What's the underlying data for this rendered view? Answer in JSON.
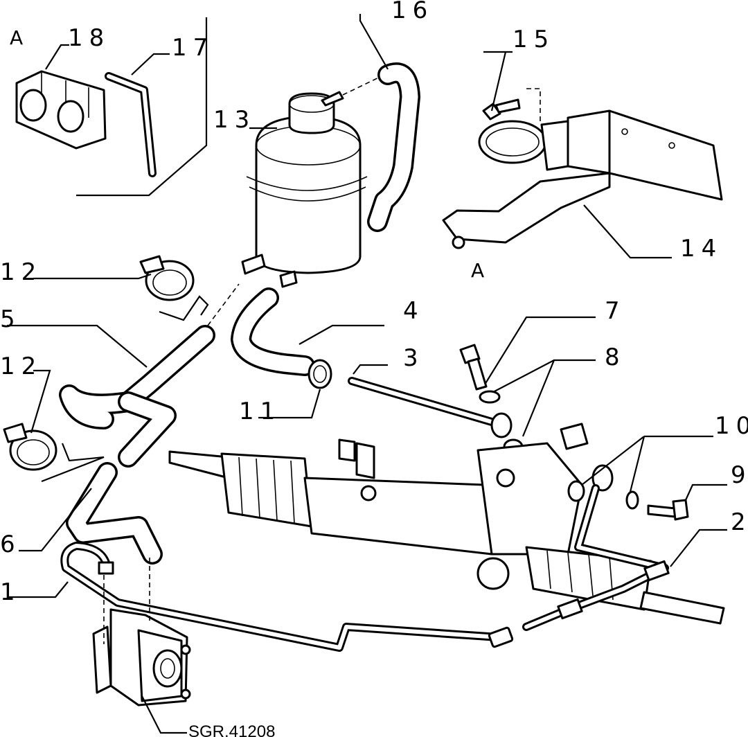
{
  "callouts": {
    "c1": "1",
    "c2": "2",
    "c3": "3",
    "c4": "4",
    "c5": "5",
    "c6": "6",
    "c7": "7",
    "c8": "8",
    "c9": "9",
    "c10": "10",
    "c11": "11",
    "c12a": "12",
    "c12b": "12",
    "c13": "13",
    "c14": "14",
    "c15": "15",
    "c16": "16",
    "c17": "17",
    "c18": "18"
  },
  "detail_labels": {
    "inset": "A",
    "bracket": "A"
  },
  "reference": "SGR.41208"
}
